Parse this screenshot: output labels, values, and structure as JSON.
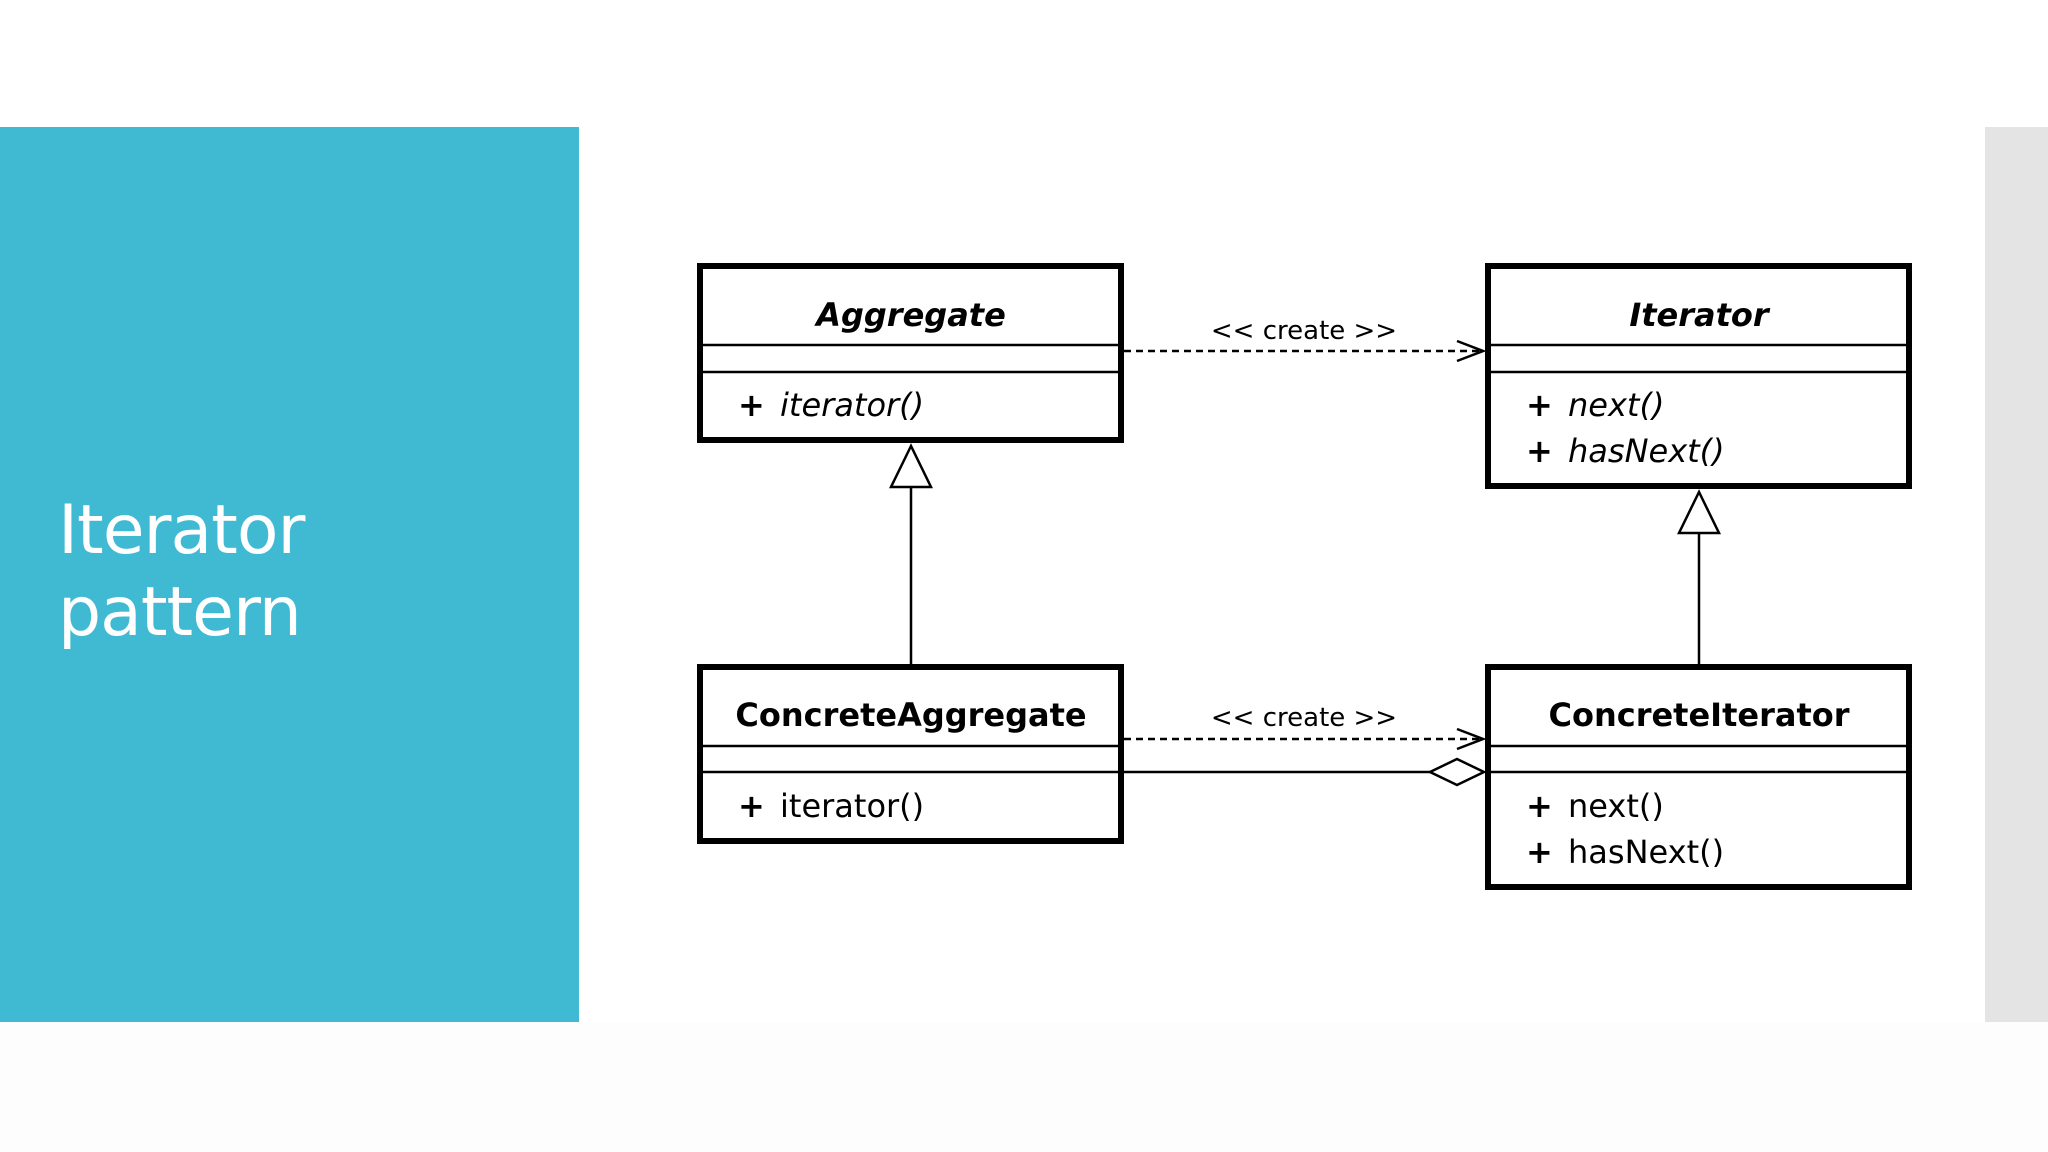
{
  "slide": {
    "title_line1": "Iterator",
    "title_line2": "pattern",
    "panel_color": "#40bad3"
  },
  "diagram": {
    "classes": {
      "aggregate": {
        "name": "Aggregate",
        "abstract": true,
        "methods": [
          "iterator()"
        ]
      },
      "iterator": {
        "name": "Iterator",
        "abstract": true,
        "methods": [
          "next()",
          "hasNext()"
        ]
      },
      "concrete_aggregate": {
        "name": "ConcreteAggregate",
        "abstract": false,
        "methods": [
          "iterator()"
        ]
      },
      "concrete_iterator": {
        "name": "ConcreteIterator",
        "abstract": false,
        "methods": [
          "next()",
          "hasNext()"
        ]
      }
    },
    "visibility_symbol": "+",
    "relations": {
      "create_top": "<< create >>",
      "create_bottom": "<< create >>"
    }
  }
}
